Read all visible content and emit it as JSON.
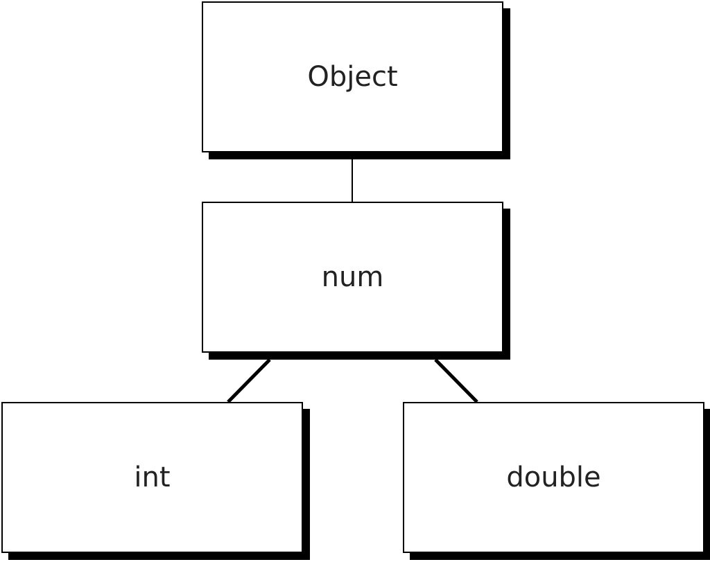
{
  "diagram": {
    "nodes": [
      {
        "id": "object",
        "label": "Object"
      },
      {
        "id": "num",
        "label": "num"
      },
      {
        "id": "int",
        "label": "int"
      },
      {
        "id": "double",
        "label": "double"
      }
    ],
    "edges": [
      {
        "from": "num",
        "to": "object"
      },
      {
        "from": "int",
        "to": "num"
      },
      {
        "from": "double",
        "to": "num"
      }
    ],
    "colors": {
      "border": "#000000",
      "shadow": "#000000",
      "fill": "#ffffff",
      "text": "#222222"
    }
  }
}
